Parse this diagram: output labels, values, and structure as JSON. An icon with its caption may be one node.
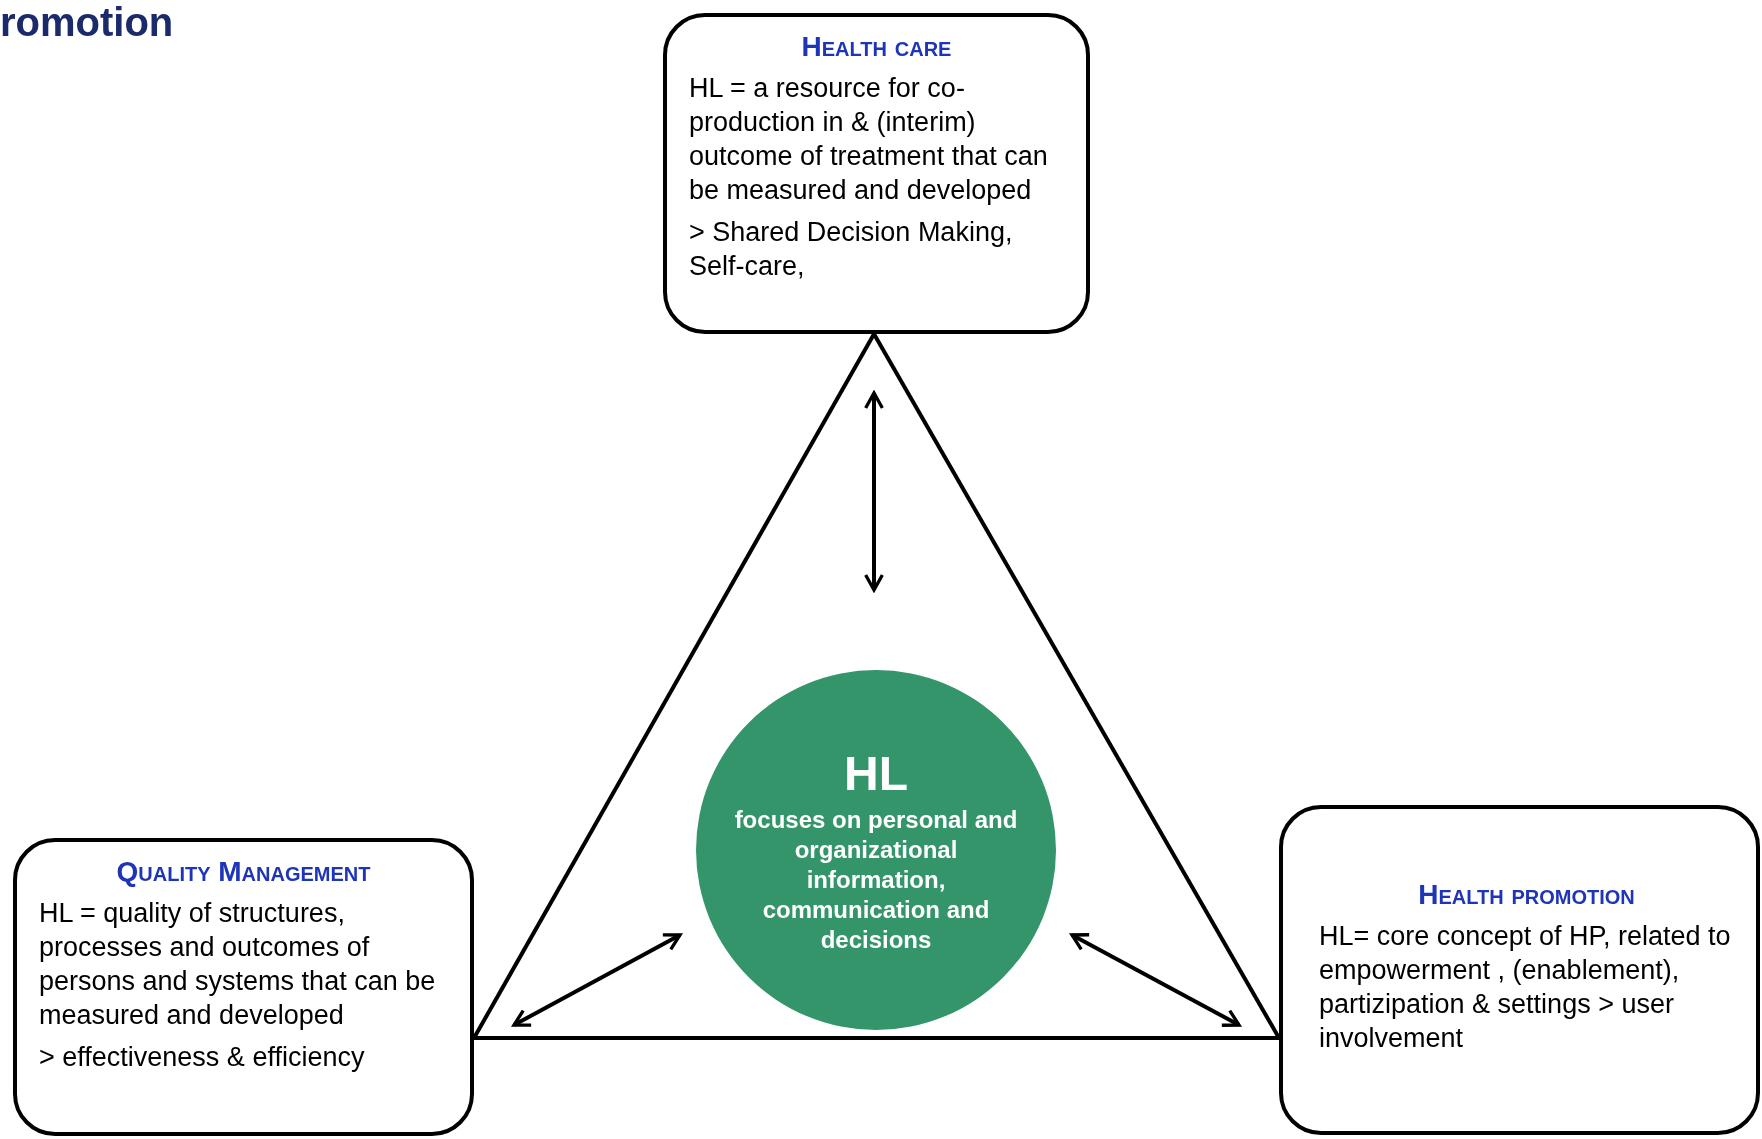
{
  "diagram": {
    "title": "romotion",
    "nodes": [
      {
        "text": [
          "Health care",
          "HL = a resource for co-production in & (interim) outcome of treatment that can be measured and developed",
          "> Shared Decision Making, Self-care,"
        ]
      },
      {
        "text": [
          "HL",
          "focuses on personal and organizational information, communication and decisions"
        ]
      },
      {
        "text": [
          "Quality Management",
          "HL = quality of structures, processes and outcomes of persons and systems that can be measured and developed",
          "> effectiveness & efficiency"
        ]
      },
      {
        "text": [
          "Health promotion",
          "HL= core concept of HP, related to empowerment , (enablement), partizipation & settings > user involvement"
        ]
      }
    ],
    "edges": [
      {
        "from": 0,
        "to": 1,
        "arrow": "both"
      },
      {
        "from": 2,
        "to": 1,
        "arrow": "both"
      },
      {
        "from": 1,
        "to": 3,
        "arrow": "both"
      },
      {
        "from": 0,
        "to": 2,
        "arrow": "none"
      },
      {
        "from": 2,
        "to": 3,
        "arrow": "none"
      },
      {
        "from": 3,
        "to": 0,
        "arrow": "none"
      }
    ]
  }
}
